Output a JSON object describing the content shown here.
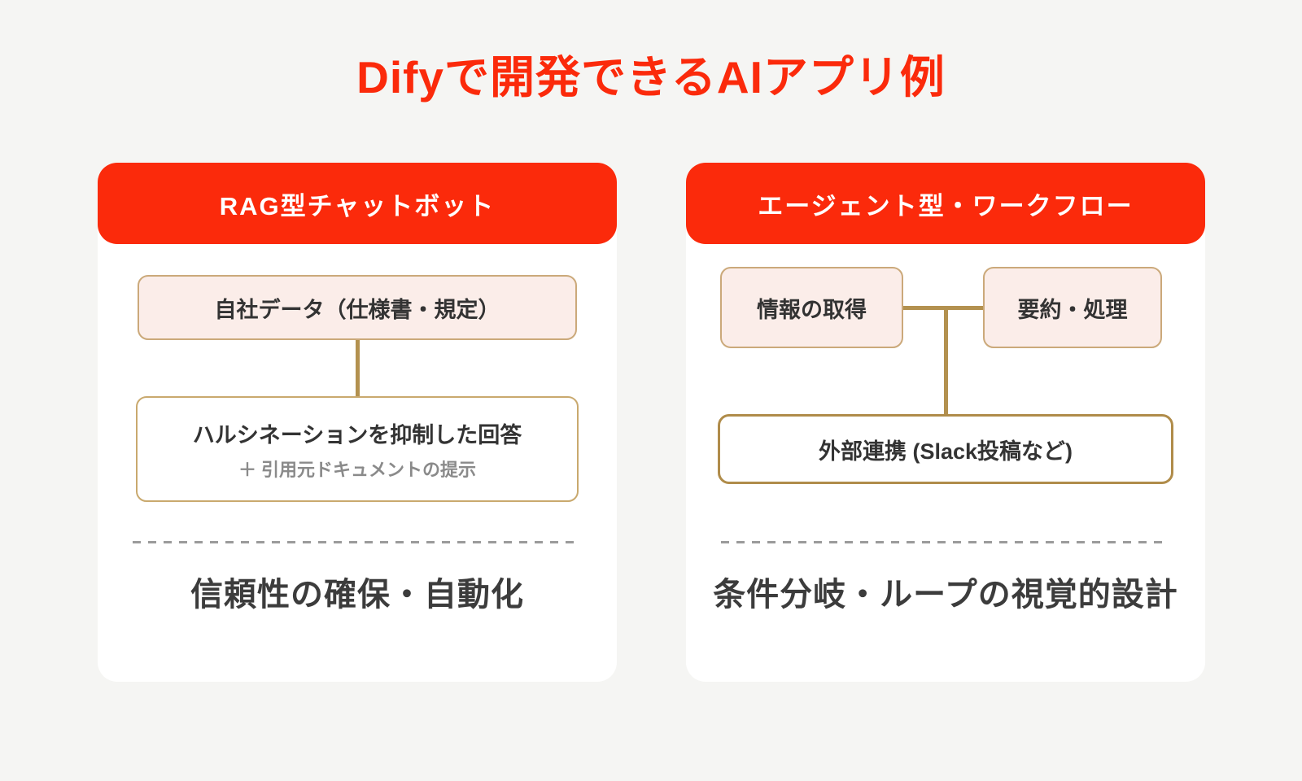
{
  "title": "Difyで開発できるAIアプリ例",
  "colors": {
    "background": "#F5F5F3",
    "card": "#FFFFFF",
    "accent_red": "#FB2A0B",
    "header_text": "#FFFFFF",
    "node_pink_fill": "#FBEDE9",
    "node_border_tan": "#CBA97A",
    "connector_tan": "#B3914F",
    "strong_border_tan": "#B08C4A",
    "dash_gray": "#9B9B9B",
    "text_dark": "#3C3C3C",
    "text_sub_gray": "#8A8A8A"
  },
  "cards": [
    {
      "header": "RAG型チャットボット",
      "nodes": {
        "source": "自社データ（仕様書・規定）",
        "answer_main": "ハルシネーションを抑制した回答",
        "answer_sub": "＋ 引用元ドキュメントの提示"
      },
      "footer": "信頼性の確保・自動化"
    },
    {
      "header": "エージェント型・ワークフロー",
      "nodes": {
        "fetch": "情報の取得",
        "summarize": "要約・処理",
        "external": "外部連携 (Slack投稿など)"
      },
      "footer": "条件分岐・ループの視覚的設計"
    }
  ]
}
